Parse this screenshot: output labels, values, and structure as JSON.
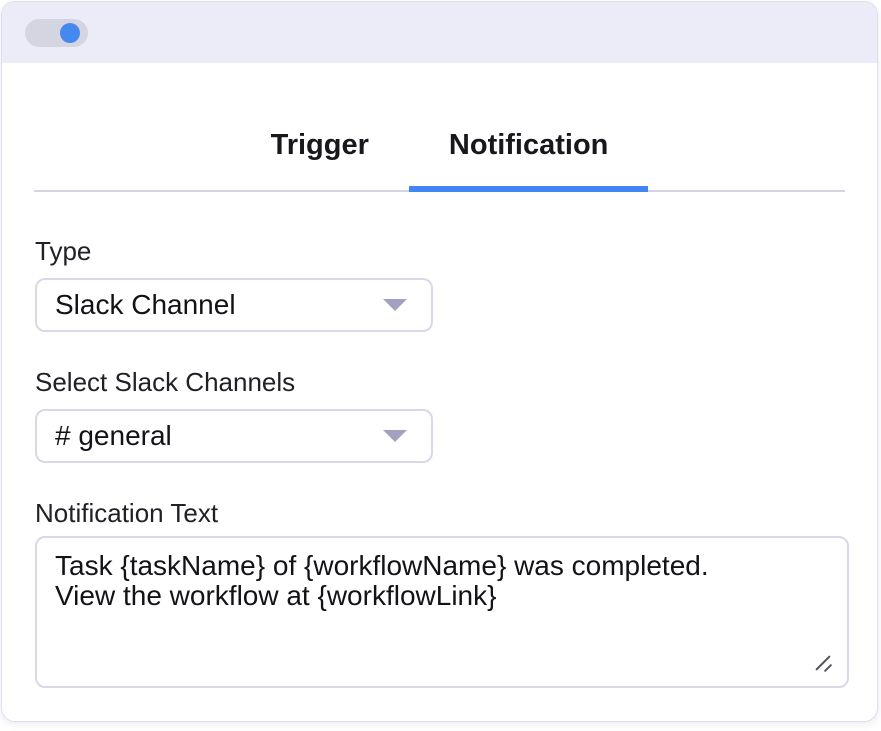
{
  "header": {
    "toggle": {
      "name": "enable-notification-toggle",
      "state": "on"
    }
  },
  "tabs": [
    {
      "label": "Trigger",
      "active": false
    },
    {
      "label": "Notification",
      "active": true
    }
  ],
  "form": {
    "type": {
      "label": "Type",
      "value": "Slack Channel"
    },
    "channels": {
      "label": "Select Slack Channels",
      "value": "# general"
    },
    "notification_text": {
      "label": "Notification Text",
      "value": "Task {taskName} of {workflowName} was completed. \nView the workflow at {workflowLink}"
    }
  },
  "icons": {
    "type_dropdown": "chevron-down-icon",
    "channels_dropdown": "chevron-down-icon",
    "textarea_corner": "resize-handle-icon"
  },
  "colors": {
    "accent_blue": "#4285f4",
    "toggle_knob_blue": "#4589f0",
    "toggle_track": "#d5d4e1",
    "header_background": "#ecebf8",
    "divider": "#d5d4e4",
    "input_border": "#d9d8e9",
    "caret": "#a3a1c1",
    "text_primary": "#121217"
  }
}
